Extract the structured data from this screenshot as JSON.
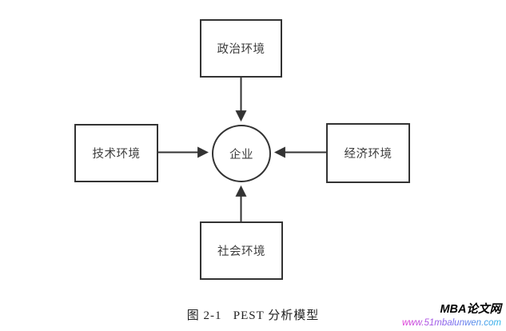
{
  "diagram": {
    "type": "pest-model",
    "center_label": "企业",
    "nodes": {
      "political": "政治环境",
      "technical": "技术环境",
      "economic": "经济环境",
      "social": "社会环境"
    },
    "arrows": [
      {
        "from": "political",
        "to": "center",
        "direction": "down"
      },
      {
        "from": "technical",
        "to": "center",
        "direction": "right"
      },
      {
        "from": "economic",
        "to": "center",
        "direction": "left"
      },
      {
        "from": "social",
        "to": "center",
        "direction": "up"
      }
    ]
  },
  "caption": "图 2-1   PEST 分析模型",
  "watermark": {
    "brand": "MBA论文网",
    "url": "www.51mbalunwen.com",
    "brand_color": "#000000",
    "url_gradient": [
      "#e23ad6",
      "#7b68ee",
      "#29b6e8"
    ]
  },
  "colors": {
    "line": "#333333",
    "node_text": "#3d3d3d",
    "background": "#ffffff"
  }
}
